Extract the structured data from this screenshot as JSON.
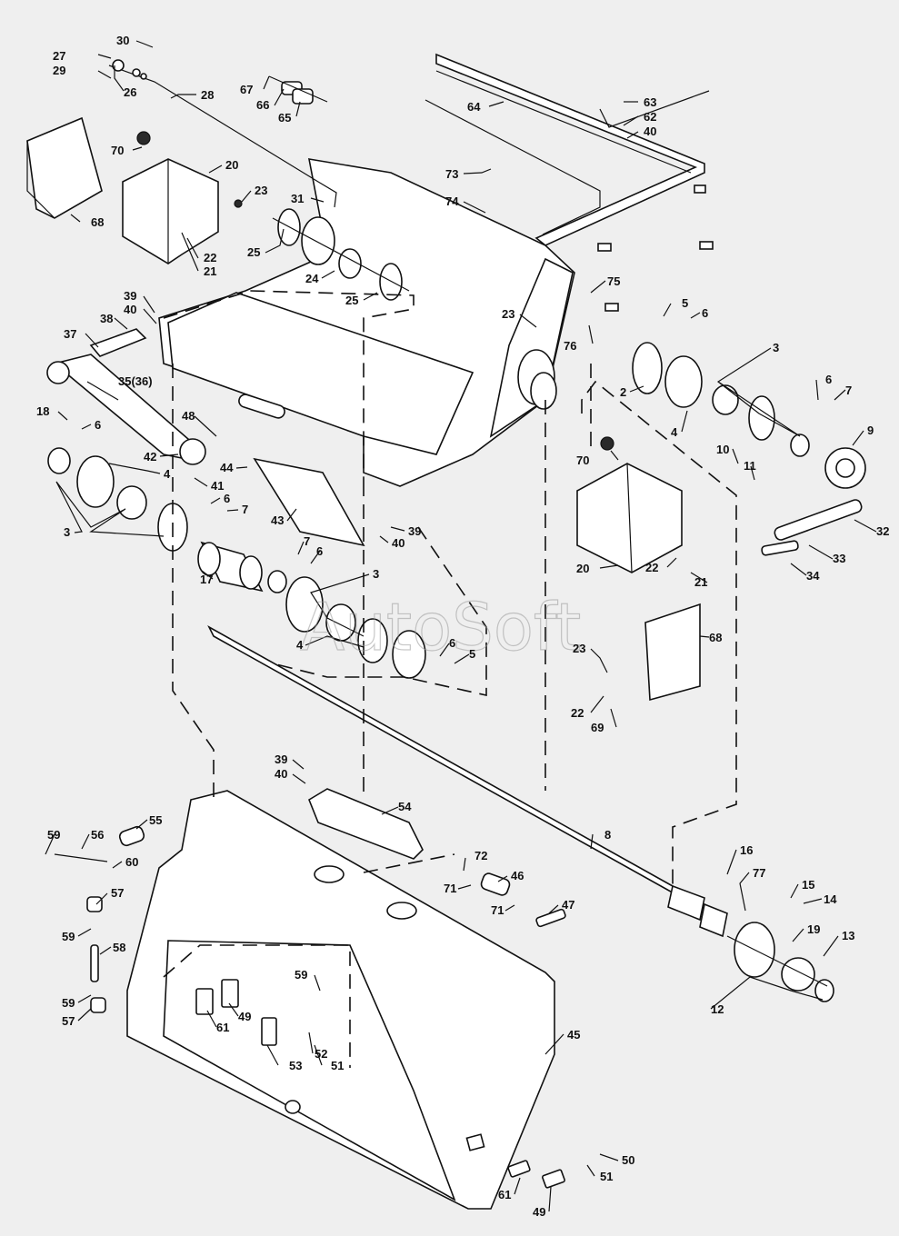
{
  "watermark": "AutoSoft",
  "callouts": [
    {
      "id": "c30",
      "text": "30"
    },
    {
      "id": "c27",
      "text": "27"
    },
    {
      "id": "c29",
      "text": "29"
    },
    {
      "id": "c26",
      "text": "26"
    },
    {
      "id": "c28",
      "text": "28"
    },
    {
      "id": "c67",
      "text": "67"
    },
    {
      "id": "c66",
      "text": "66"
    },
    {
      "id": "c65",
      "text": "65"
    },
    {
      "id": "c64",
      "text": "64"
    },
    {
      "id": "c63",
      "text": "63"
    },
    {
      "id": "c62",
      "text": "62"
    },
    {
      "id": "c40a",
      "text": "40"
    },
    {
      "id": "c70a",
      "text": "70"
    },
    {
      "id": "c20a",
      "text": "20"
    },
    {
      "id": "c23a",
      "text": "23"
    },
    {
      "id": "c68a",
      "text": "68"
    },
    {
      "id": "c22a",
      "text": "22"
    },
    {
      "id": "c21a",
      "text": "21"
    },
    {
      "id": "c31",
      "text": "31"
    },
    {
      "id": "c25a",
      "text": "25"
    },
    {
      "id": "c24",
      "text": "24"
    },
    {
      "id": "c25b",
      "text": "25"
    },
    {
      "id": "c73",
      "text": "73"
    },
    {
      "id": "c74",
      "text": "74"
    },
    {
      "id": "c75",
      "text": "75"
    },
    {
      "id": "c23b",
      "text": "23"
    },
    {
      "id": "c76",
      "text": "76"
    },
    {
      "id": "c39a",
      "text": "39"
    },
    {
      "id": "c40b",
      "text": "40"
    },
    {
      "id": "c38",
      "text": "38"
    },
    {
      "id": "c37",
      "text": "37"
    },
    {
      "id": "c35",
      "text": "35(36)"
    },
    {
      "id": "c18",
      "text": "18"
    },
    {
      "id": "c6a",
      "text": "6"
    },
    {
      "id": "c48",
      "text": "48"
    },
    {
      "id": "c42",
      "text": "42"
    },
    {
      "id": "c4a",
      "text": "4"
    },
    {
      "id": "c41",
      "text": "41"
    },
    {
      "id": "c44",
      "text": "44"
    },
    {
      "id": "c6b",
      "text": "6"
    },
    {
      "id": "c7a",
      "text": "7"
    },
    {
      "id": "c3a",
      "text": "3"
    },
    {
      "id": "c43",
      "text": "43"
    },
    {
      "id": "c39b",
      "text": "39"
    },
    {
      "id": "c40c",
      "text": "40"
    },
    {
      "id": "c5a",
      "text": "5"
    },
    {
      "id": "c6c",
      "text": "6"
    },
    {
      "id": "c3b",
      "text": "3"
    },
    {
      "id": "c2",
      "text": "2"
    },
    {
      "id": "c6d",
      "text": "6"
    },
    {
      "id": "c7b",
      "text": "7"
    },
    {
      "id": "c4b",
      "text": "4"
    },
    {
      "id": "c9",
      "text": "9"
    },
    {
      "id": "c10",
      "text": "10"
    },
    {
      "id": "c11",
      "text": "11"
    },
    {
      "id": "c70b",
      "text": "70"
    },
    {
      "id": "c32",
      "text": "32"
    },
    {
      "id": "c20b",
      "text": "20"
    },
    {
      "id": "c22b",
      "text": "22"
    },
    {
      "id": "c21b",
      "text": "21"
    },
    {
      "id": "c33",
      "text": "33"
    },
    {
      "id": "c34",
      "text": "34"
    },
    {
      "id": "c7c",
      "text": "7"
    },
    {
      "id": "c6e",
      "text": "6"
    },
    {
      "id": "c3c",
      "text": "3"
    },
    {
      "id": "c17",
      "text": "17"
    },
    {
      "id": "c68b",
      "text": "68"
    },
    {
      "id": "c23c",
      "text": "23"
    },
    {
      "id": "c4c",
      "text": "4"
    },
    {
      "id": "c6f",
      "text": "6"
    },
    {
      "id": "c5b",
      "text": "5"
    },
    {
      "id": "c22c",
      "text": "22"
    },
    {
      "id": "c69",
      "text": "69"
    },
    {
      "id": "c39c",
      "text": "39"
    },
    {
      "id": "c40d",
      "text": "40"
    },
    {
      "id": "c54",
      "text": "54"
    },
    {
      "id": "c8",
      "text": "8"
    },
    {
      "id": "c59a",
      "text": "59"
    },
    {
      "id": "c56",
      "text": "56"
    },
    {
      "id": "c55",
      "text": "55"
    },
    {
      "id": "c60",
      "text": "60"
    },
    {
      "id": "c72",
      "text": "72"
    },
    {
      "id": "c71a",
      "text": "71"
    },
    {
      "id": "c46",
      "text": "46"
    },
    {
      "id": "c71b",
      "text": "71"
    },
    {
      "id": "c47",
      "text": "47"
    },
    {
      "id": "c16",
      "text": "16"
    },
    {
      "id": "c77",
      "text": "77"
    },
    {
      "id": "c15",
      "text": "15"
    },
    {
      "id": "c14",
      "text": "14"
    },
    {
      "id": "c57a",
      "text": "57"
    },
    {
      "id": "c59b",
      "text": "59"
    },
    {
      "id": "c58",
      "text": "58"
    },
    {
      "id": "c19",
      "text": "19"
    },
    {
      "id": "c13",
      "text": "13"
    },
    {
      "id": "c59c",
      "text": "59"
    },
    {
      "id": "c59d",
      "text": "59"
    },
    {
      "id": "c57b",
      "text": "57"
    },
    {
      "id": "c49a",
      "text": "49"
    },
    {
      "id": "c61a",
      "text": "61"
    },
    {
      "id": "c12",
      "text": "12"
    },
    {
      "id": "c52",
      "text": "52"
    },
    {
      "id": "c53",
      "text": "53"
    },
    {
      "id": "c51a",
      "text": "51"
    },
    {
      "id": "c45",
      "text": "45"
    },
    {
      "id": "c50",
      "text": "50"
    },
    {
      "id": "c51b",
      "text": "51"
    },
    {
      "id": "c61b",
      "text": "61"
    },
    {
      "id": "c49b",
      "text": "49"
    }
  ]
}
